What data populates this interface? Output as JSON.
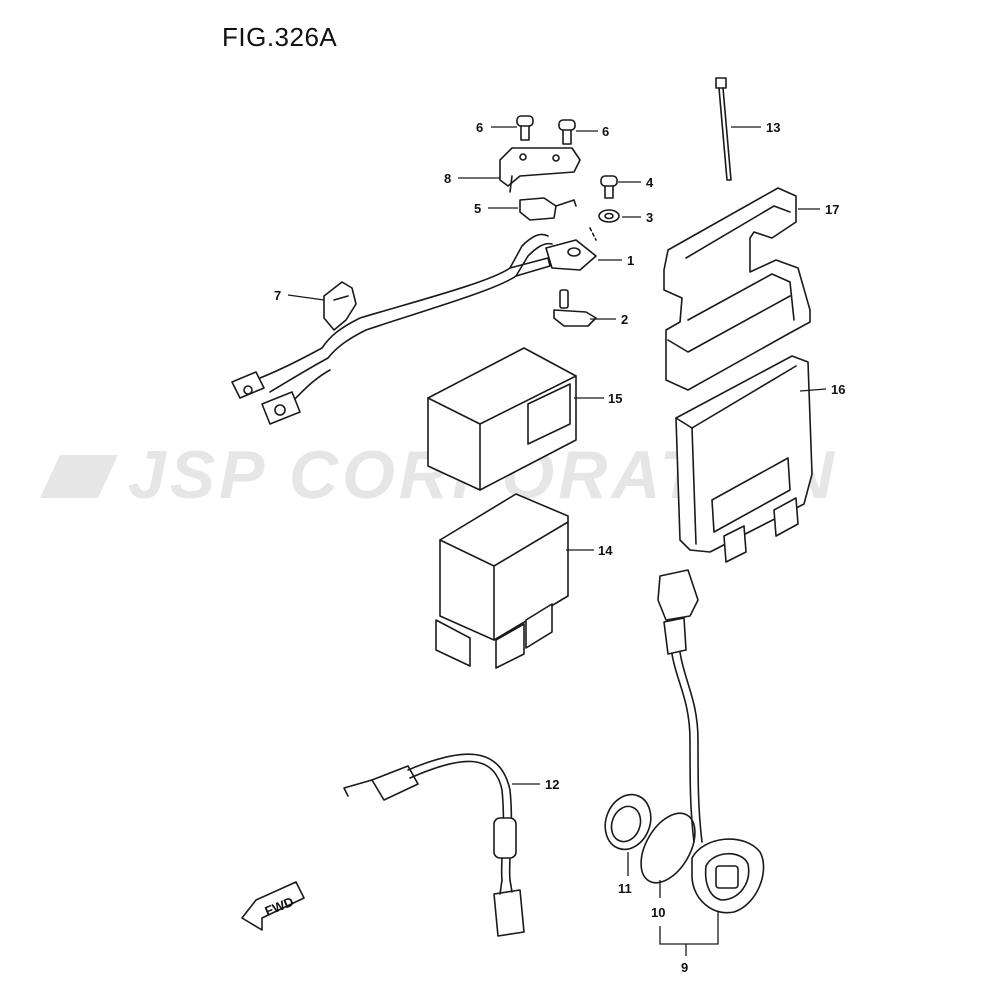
{
  "figure": {
    "title": "FIG.326A"
  },
  "watermark": {
    "text": "JSP CORPORATION"
  },
  "direction_badge": {
    "text": "FWD"
  },
  "callouts": [
    {
      "id": "c1",
      "label": "1"
    },
    {
      "id": "c2",
      "label": "2"
    },
    {
      "id": "c3",
      "label": "3"
    },
    {
      "id": "c4",
      "label": "4"
    },
    {
      "id": "c5",
      "label": "5"
    },
    {
      "id": "c6a",
      "label": "6"
    },
    {
      "id": "c6b",
      "label": "6"
    },
    {
      "id": "c7",
      "label": "7"
    },
    {
      "id": "c8",
      "label": "8"
    },
    {
      "id": "c9",
      "label": "9"
    },
    {
      "id": "c10",
      "label": "10"
    },
    {
      "id": "c11",
      "label": "11"
    },
    {
      "id": "c12",
      "label": "12"
    },
    {
      "id": "c13",
      "label": "13"
    },
    {
      "id": "c14",
      "label": "14"
    },
    {
      "id": "c15",
      "label": "15"
    },
    {
      "id": "c16",
      "label": "16"
    },
    {
      "id": "c17",
      "label": "17"
    }
  ]
}
